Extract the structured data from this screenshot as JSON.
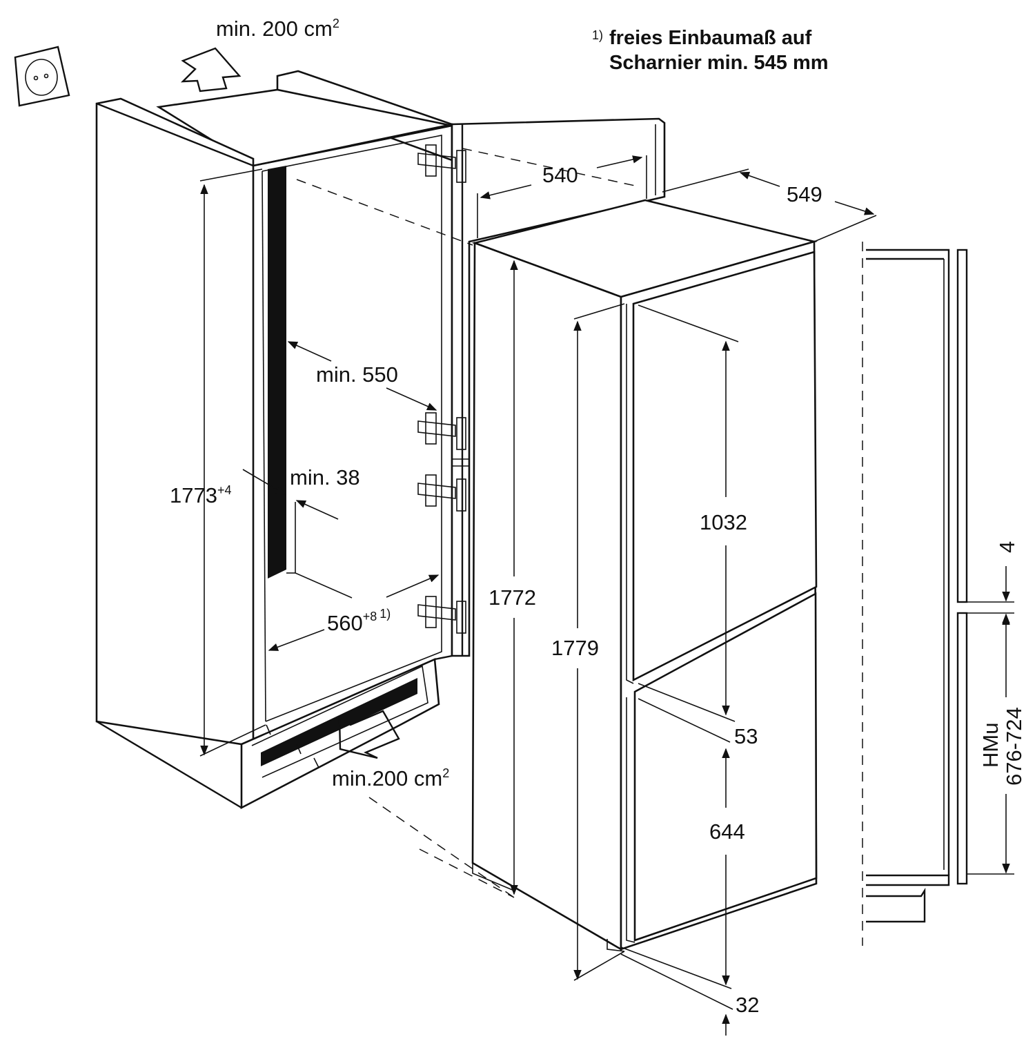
{
  "note": {
    "marker": "1)",
    "line1": "freies Einbaumaß auf",
    "line2": "Scharnier min. 545 mm"
  },
  "icons": {
    "socket": "power-socket-icon",
    "vent_top": "ventilation-arrow-up-icon",
    "vent_bottom": "ventilation-arrow-in-icon"
  },
  "labels": {
    "vent_top": "min. 200 cm",
    "vent_top_sup": "2",
    "vent_bottom": "min.200 cm",
    "vent_bottom_sup": "2",
    "niche_height": "1773",
    "niche_height_sup": "+4",
    "min_depth": "min. 550",
    "min_gap": "min. 38",
    "niche_width": "560",
    "niche_width_sup": "+8",
    "niche_width_note": "1)",
    "appliance_width": "540",
    "appliance_depth": "549",
    "appliance_height": "1772",
    "overall_height": "1779",
    "upper_door": "1032",
    "door_gap": "53",
    "lower_door": "644",
    "bottom_offset": "32",
    "side_gap": "4",
    "hmu_label": "HMu",
    "hmu_range": "676-724"
  }
}
